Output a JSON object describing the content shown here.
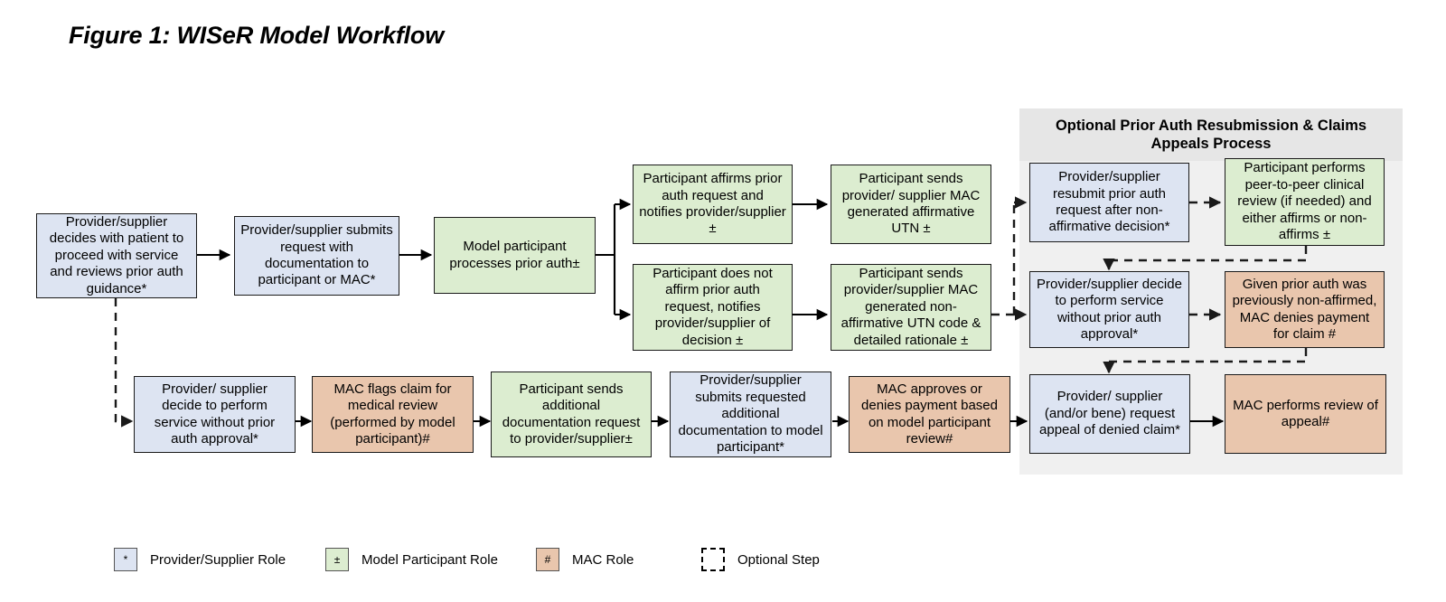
{
  "figure": {
    "title": "Figure 1: WISeR Model Workflow"
  },
  "panel": {
    "header": "Optional Prior Auth Resubmission & Claims Appeals Process"
  },
  "nodes": {
    "n1": {
      "text": "Provider/supplier decides with patient to proceed with service and reviews prior auth guidance*",
      "role": "provider"
    },
    "n2": {
      "text": "Provider/supplier submits request with documentation to participant or MAC*",
      "role": "provider"
    },
    "n3": {
      "text": "Model participant processes prior auth±",
      "role": "participant"
    },
    "n4": {
      "text": "Participant affirms prior auth request and notifies provider/supplier ±",
      "role": "participant"
    },
    "n5": {
      "text": "Participant sends provider/ supplier MAC generated affirmative UTN ±",
      "role": "participant"
    },
    "n6": {
      "text": "Participant does not affirm prior auth request, notifies provider/supplier of decision ±",
      "role": "participant"
    },
    "n7": {
      "text": "Participant sends provider/supplier MAC generated non-affirmative UTN code & detailed rationale ±",
      "role": "participant"
    },
    "n8": {
      "text": "Provider/supplier resubmit prior auth request after non-affirmative decision*",
      "role": "provider"
    },
    "n9": {
      "text": "Participant performs peer-to-peer clinical review (if needed) and either affirms or non-affirms ±",
      "role": "participant"
    },
    "n10": {
      "text": "Provider/supplier decide to perform service without prior auth approval*",
      "role": "provider"
    },
    "n11": {
      "text": "Given prior auth was previously non-affirmed, MAC denies payment for claim #",
      "role": "mac"
    },
    "n12": {
      "text": "Provider/ supplier decide to perform service without prior auth approval*",
      "role": "provider"
    },
    "n13": {
      "text": "MAC flags claim for medical review (performed by model participant)#",
      "role": "mac"
    },
    "n14": {
      "text": "Participant sends additional documentation request to provider/supplier±",
      "role": "participant"
    },
    "n15": {
      "text": "Provider/supplier submits requested additional documentation to model participant*",
      "role": "provider"
    },
    "n16": {
      "text": "MAC approves or denies payment based on model participant review#",
      "role": "mac"
    },
    "n17": {
      "text": "Provider/ supplier (and/or bene) request appeal of denied claim*",
      "role": "provider"
    },
    "n18": {
      "text": "MAC performs review of appeal#",
      "role": "mac"
    }
  },
  "legend": [
    {
      "symbol": "*",
      "label": "Provider/Supplier Role",
      "swatch": "blue"
    },
    {
      "symbol": "±",
      "label": "Model Participant Role",
      "swatch": "green"
    },
    {
      "symbol": "#",
      "label": "MAC Role",
      "swatch": "orange"
    },
    {
      "symbol": "",
      "label": "Optional Step",
      "swatch": "dashed"
    }
  ],
  "colors": {
    "provider_blue": "#dde4f2",
    "participant_green": "#dcedd0",
    "mac_orange": "#e9c6ad",
    "panel_bg": "#f0f0f0",
    "panel_header_bg": "#e6e6e6",
    "stroke": "#1a1a1a"
  }
}
